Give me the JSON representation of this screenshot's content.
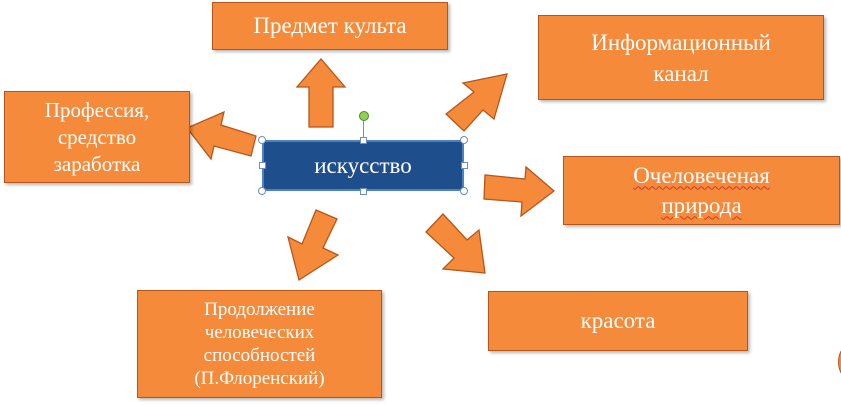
{
  "diagram": {
    "center": "искусство",
    "nodes": [
      {
        "id": "cult",
        "text": "Предмет культа"
      },
      {
        "id": "info",
        "text": "Информационный канал"
      },
      {
        "id": "profession",
        "text": "Профессия, средство заработка"
      },
      {
        "id": "nature",
        "text": "Очеловеченая природа"
      },
      {
        "id": "abilities",
        "text": "Продолжение человеческих способностей (П.Флоренский)"
      },
      {
        "id": "beauty",
        "text": "красота"
      }
    ]
  },
  "colors": {
    "node_fill": "#f58a3a",
    "node_border": "#b8551a",
    "center_fill": "#1f4e8c",
    "center_border": "#4f81bd",
    "text": "#ffffff"
  },
  "icons": [
    "arrow-up",
    "arrow-up-right",
    "arrow-left",
    "arrow-right",
    "arrow-down-left",
    "arrow-down-right"
  ]
}
